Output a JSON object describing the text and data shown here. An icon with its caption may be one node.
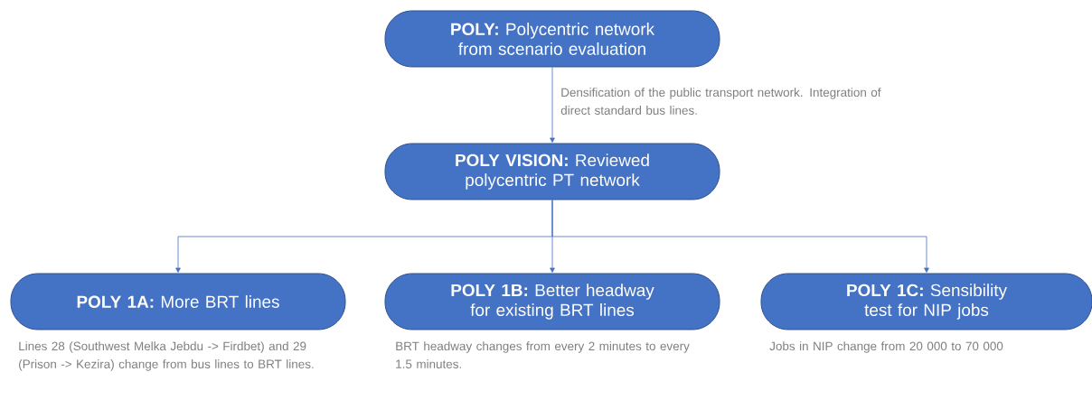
{
  "diagram": {
    "nodes": [
      {
        "text": [
          "**POLY:** Polycentric network from scenario evaluation"
        ]
      },
      {
        "text": [
          "**POLY VISION:** Reviewed polycentric PT network"
        ]
      },
      {
        "text": [
          "**POLY 1A:** More BRT lines"
        ],
        "beside": [
          "Lines 28 (Southwest Melka Jebdu -> Firdbet) and 29 (Prison -> Kezira) change from bus lines to BRT lines."
        ]
      },
      {
        "text": [
          "**POLY 1B:** Better headway for existing BRT lines"
        ],
        "beside": [
          "BRT headway changes from every 2 minutes to every 1.5 minutes."
        ]
      },
      {
        "text": [
          "**POLY 1C:** Sensibility test for NIP jobs"
        ],
        "beside": [
          "Jobs in NIP change from 20 000 to 70 000"
        ]
      }
    ],
    "edges": [
      {
        "from": 0,
        "to": 1,
        "arrow": "to",
        "label": "Densification of the public transport network. Integration of direct standard bus lines."
      },
      {
        "from": 1,
        "to": 2,
        "arrow": "to"
      },
      {
        "from": 1,
        "to": 3,
        "arrow": "to"
      },
      {
        "from": 1,
        "to": 4,
        "arrow": "to"
      }
    ]
  }
}
